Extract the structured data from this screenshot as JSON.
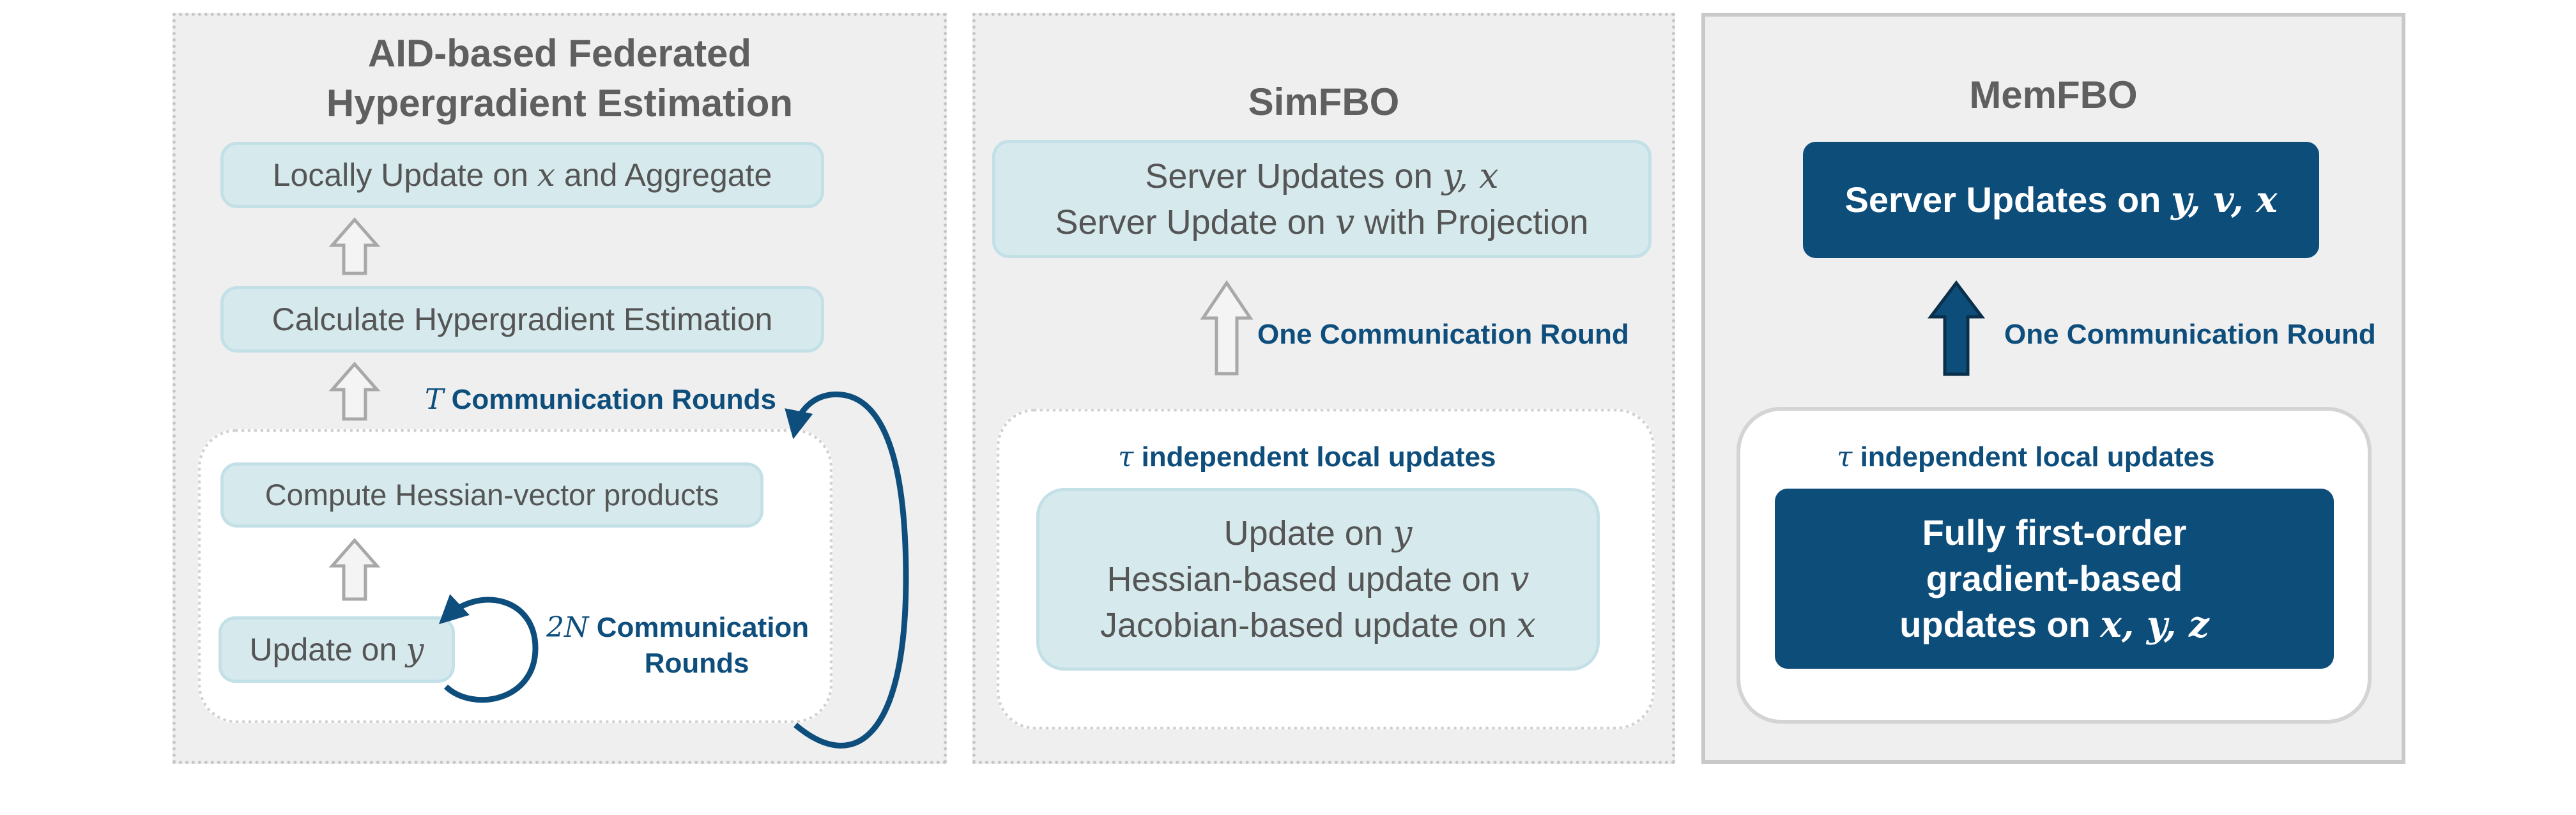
{
  "colors": {
    "panel_bg": "#efefef",
    "box_light": "#d6eaee",
    "box_dark": "#0d4d7a",
    "accent_text": "#0e4e7c",
    "box_text": "#555555"
  },
  "aid": {
    "title_line1": "AID-based Federated",
    "title_line2": "Hypergradient Estimation",
    "box_local_pre": "Locally Update on ",
    "box_local_var": "x",
    "box_local_post": " and Aggregate",
    "box_calc": "Calculate Hypergradient Estimation",
    "t_symbol": "T",
    "t_label": " Communication Rounds",
    "box_hessian": "Compute Hessian-vector products",
    "box_update_pre": "Update on ",
    "box_update_var": "y",
    "n_symbol": "2N",
    "n_label_line1": " Communication",
    "n_label_line2": "Rounds"
  },
  "simfbo": {
    "title": "SimFBO",
    "server_line1_pre": "Server Updates on ",
    "server_line1_vars": "y, x",
    "server_line2_pre": "Server Update on ",
    "server_line2_var": "v",
    "server_line2_post": " with Projection",
    "comm_label": "One Communication Round",
    "tau_symbol": "τ",
    "tau_label": " independent local updates",
    "local_line1_pre": "Update on ",
    "local_line1_var": "y",
    "local_line2_pre": "Hessian-based update on ",
    "local_line2_var": "v",
    "local_line3_pre": "Jacobian-based update on ",
    "local_line3_var": "x"
  },
  "memfbo": {
    "title": "MemFBO",
    "server_pre": "Server Updates on ",
    "server_vars": "y, v, x",
    "comm_label": "One Communication Round",
    "tau_symbol": "τ",
    "tau_label": " independent local updates",
    "local_line1": "Fully first-order",
    "local_line2": "gradient-based",
    "local_line3_pre": "updates on ",
    "local_line3_vars": "x, y, z"
  }
}
